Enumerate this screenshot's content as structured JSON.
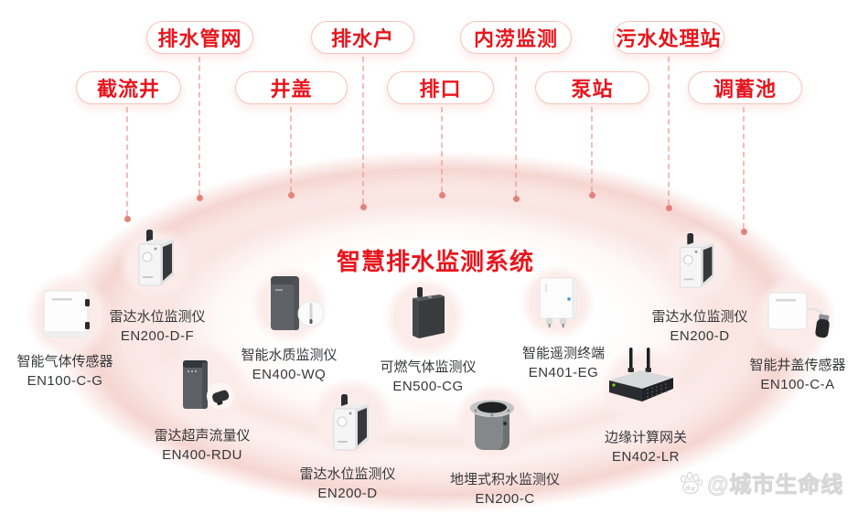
{
  "title": "智慧排水监测系统",
  "tags": [
    {
      "label": "排水管网"
    },
    {
      "label": "排水户"
    },
    {
      "label": "内涝监测"
    },
    {
      "label": "污水处理站"
    },
    {
      "label": "截流井"
    },
    {
      "label": "井盖"
    },
    {
      "label": "排口"
    },
    {
      "label": "泵站"
    },
    {
      "label": "调蓄池"
    }
  ],
  "devices": [
    {
      "name": "智能气体传感器",
      "model": "EN100-C-G"
    },
    {
      "name": "雷达水位监测仪",
      "model": "EN200-D-F"
    },
    {
      "name": "雷达超声流量仪",
      "model": "EN400-RDU"
    },
    {
      "name": "智能水质监测仪",
      "model": "EN400-WQ"
    },
    {
      "name": "雷达水位监测仪",
      "model": "EN200-D"
    },
    {
      "name": "可燃气体监测仪",
      "model": "EN500-CG"
    },
    {
      "name": "地埋式积水监测仪",
      "model": "EN200-C"
    },
    {
      "name": "智能遥测终端",
      "model": "EN401-EG"
    },
    {
      "name": "边缘计算网关",
      "model": "EN402-LR"
    },
    {
      "name": "雷达水位监测仪",
      "model": "EN200-D"
    },
    {
      "name": "智能井盖传感器",
      "model": "EN100-C-A"
    }
  ],
  "watermark": {
    "icon": "paw-icon",
    "text": "@城市生命线"
  },
  "colors": {
    "accent_red": "#e8151d",
    "pill_border": "#f6c3bd",
    "dashed_line": "#eb9a92",
    "label_text": "#37383a",
    "ellipse_pink": "#f5d3ce"
  }
}
